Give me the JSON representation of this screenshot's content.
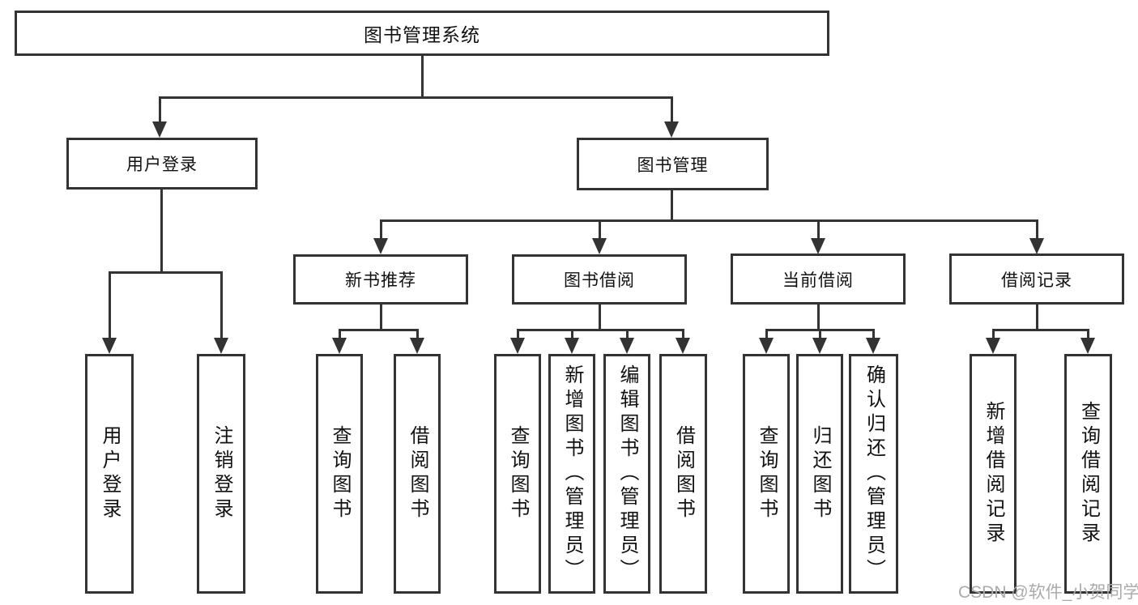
{
  "colors": {
    "line": "#333333",
    "text": "#111111",
    "watermark": "#ababab",
    "background": "#ffffff"
  },
  "watermark": "CSDN @软件_小贺同学",
  "tree": {
    "root": {
      "label": "图书管理系统",
      "children": [
        {
          "label": "用户登录",
          "children": [
            {
              "label": "用户登录"
            },
            {
              "label": "注销登录"
            }
          ]
        },
        {
          "label": "图书管理",
          "children": [
            {
              "label": "新书推荐",
              "children": [
                {
                  "label": "查询图书"
                },
                {
                  "label": "借阅图书"
                }
              ]
            },
            {
              "label": "图书借阅",
              "children": [
                {
                  "label": "查询图书"
                },
                {
                  "label": "新增图书（管理员）"
                },
                {
                  "label": "编辑图书（管理员）"
                },
                {
                  "label": "借阅图书"
                }
              ]
            },
            {
              "label": "当前借阅",
              "children": [
                {
                  "label": "查询图书"
                },
                {
                  "label": "归还图书"
                },
                {
                  "label": "确认归还（管理员）"
                }
              ]
            },
            {
              "label": "借阅记录",
              "children": [
                {
                  "label": "新增借阅记录"
                },
                {
                  "label": "查询借阅记录"
                }
              ]
            }
          ]
        }
      ]
    }
  }
}
